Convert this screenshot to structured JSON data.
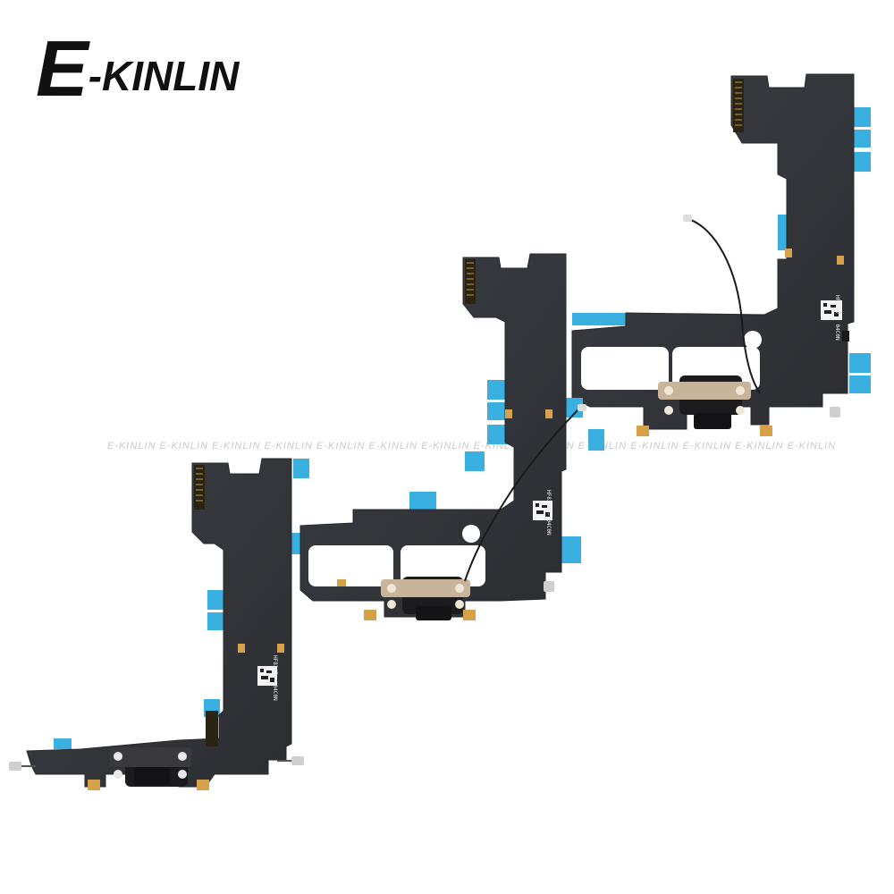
{
  "brand": {
    "logo_text": "E-KINLIN",
    "logo_initial": "E",
    "logo_rest": "-KINLIN"
  },
  "watermark": {
    "text": "E-KINLIN  E-KINLIN  E-KINLIN  E-KINLIN  E-KINLIN  E-KINLIN  E-KINLIN  E-KINLIN  E-KINLIN  E-KINLIN  E-KINLIN  E-KINLIN  E-KINLIN  E-KINLIN"
  },
  "boards": {
    "label_text": "HF83A7 - 04C0N",
    "color_board": "#34373b",
    "color_board_edge": "#26282b",
    "color_tab": "#3ab0e0",
    "color_gold": "#d6a14a",
    "color_cable": "#1b1b1b"
  }
}
